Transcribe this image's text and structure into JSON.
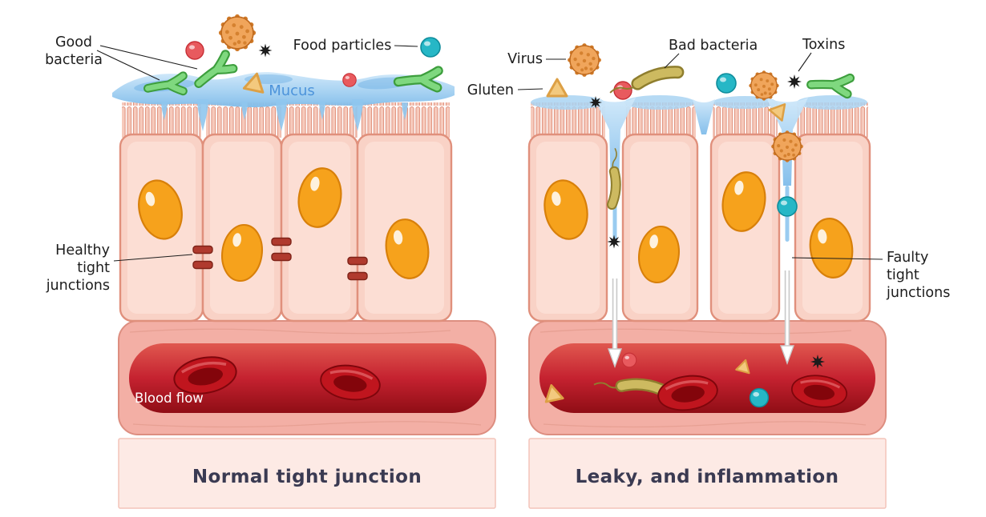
{
  "title": "Normal tight junction vs leaky gut comparison diagram",
  "colors": {
    "background": "#ffffff",
    "label_color": "#1d1d1d",
    "caption_color": "#3a3a52",
    "cell_fill": "#f9d2c6",
    "cell_inner": "#fde6dd",
    "cell_stroke": "#e0907c",
    "villi_fill": "#f6cabc",
    "villi_stroke": "#e0907c",
    "nucleus_fill": "#f6a21c",
    "nucleus_stroke": "#d8800a",
    "mucus_light": "#cfe8fa",
    "mucus_deep": "#7fbcea",
    "mucus_text": "#4d94db",
    "junction_fill": "#b03a2e",
    "junction_stroke": "#7e2318",
    "vessel_wall_fill": "#f3afa5",
    "vessel_wall_stroke": "#dd8e80",
    "vessel_wall_line": "#e59e91",
    "blood_light": "#e0584f",
    "blood_mid": "#c52230",
    "blood_dark": "#8f0d15",
    "rbc_fill": "#c0151e",
    "rbc_stroke": "#7e060c",
    "rbc_inner": "#83050b",
    "band_fill": "#fdeae5",
    "band_stroke": "#f3c4ba",
    "good_bacteria": "#7fd87f",
    "good_bacteria_dark": "#3d9e3d",
    "bad_bacteria": "#cdba60",
    "bad_bacteria_dark": "#8f7e2e",
    "virus_fill": "#f0a55b",
    "virus_stroke": "#c06a1e",
    "virus_dot": "#d07a28",
    "toxin": "#1c1c1c",
    "food_particle": "#26b7c6",
    "food_particle_dark": "#0f8d9c",
    "red_particle": "#e85a5e",
    "red_particle_dark": "#c62f35",
    "gluten_fill": "#f3c97e",
    "gluten_stroke": "#dda045",
    "arrow_fill": "#ffffff",
    "arrow_stroke": "#c9c9c9"
  },
  "panels": {
    "left": {
      "caption": "Normal tight junction",
      "labels": {
        "good_bacteria": [
          "Good",
          "bacteria"
        ],
        "food_particles": "Food particles",
        "mucus": "Mucus",
        "healthy_junctions": [
          "Healthy",
          "tight",
          "junctions"
        ],
        "blood_flow": "Blood flow"
      }
    },
    "right": {
      "caption": "Leaky, and inflammation",
      "labels": {
        "virus": "Virus",
        "gluten": "Gluten",
        "bad_bacteria": "Bad bacteria",
        "toxins": "Toxins",
        "faulty_junctions": [
          "Faulty",
          "tight",
          "junctions"
        ]
      }
    }
  }
}
